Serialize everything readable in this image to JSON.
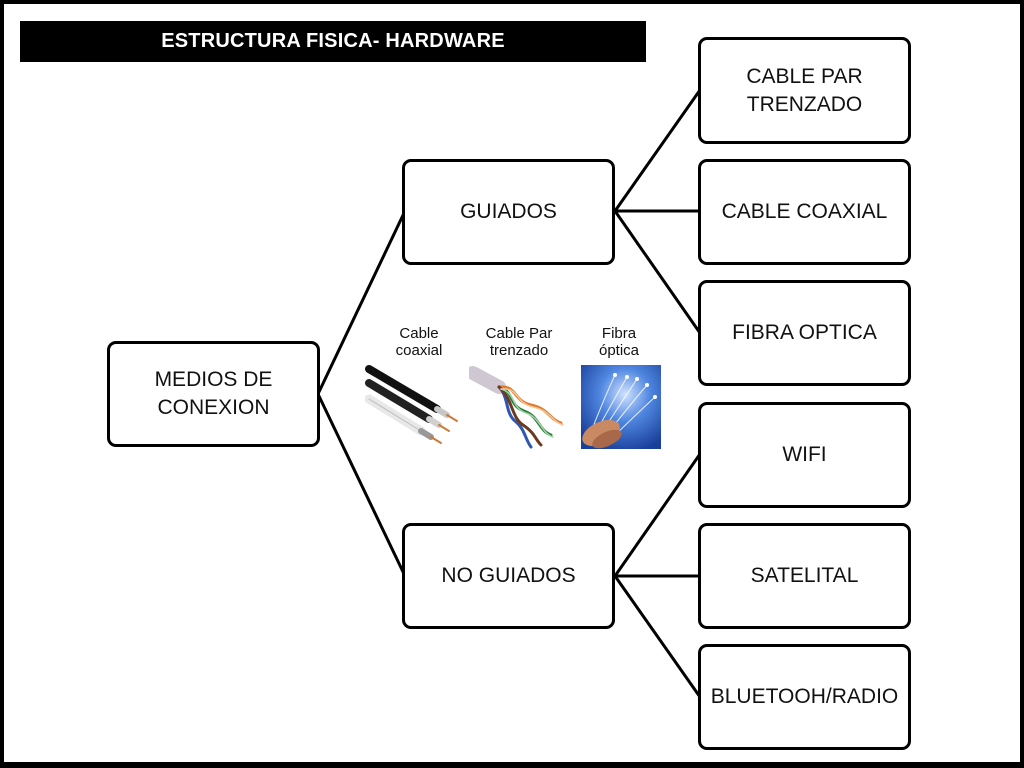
{
  "title": "ESTRUCTURA FISICA- HARDWARE",
  "root": {
    "label": "MEDIOS DE CONEXION"
  },
  "branches": [
    {
      "label": "GUIADOS",
      "leaves": [
        "CABLE PAR TRENZADO",
        "CABLE COAXIAL",
        "FIBRA OPTICA"
      ]
    },
    {
      "label": "NO GUIADOS",
      "leaves": [
        "WIFI",
        "SATELITAL",
        "BLUETOOH/RADIO"
      ]
    }
  ],
  "media_images": [
    {
      "label": "Cable\ncoaxial",
      "icon": "coaxial-cable-photo"
    },
    {
      "label": "Cable Par\ntrenzado",
      "icon": "twisted-pair-cable-photo"
    },
    {
      "label": "Fibra\nóptica",
      "icon": "fiber-optic-photo"
    }
  ],
  "colors": {
    "title_background": "#000000",
    "title_text": "#ffffff",
    "box_border": "#000000",
    "fiber_blue": "#2a62c9"
  }
}
